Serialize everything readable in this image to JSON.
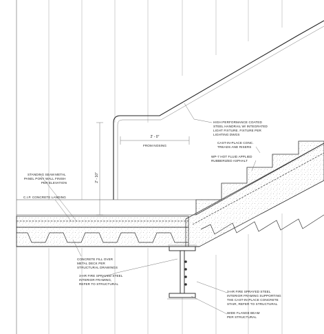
{
  "labels": {
    "handrail": [
      "HIGH PERFORMANCE COATED",
      "STEEL HANDRAIL W/ INTEGRATED",
      "LIGHT FIXTURE. FIXTURE PER",
      "LIGHTING DWGS"
    ],
    "dim_horizontal": "2' - 0\"",
    "from_nosing": "FROM NOSING",
    "dim_vertical": "2' - 10\"",
    "treads": [
      "CAST-IN-PLACE CONC.",
      "TREADS AND RISERS"
    ],
    "waterproofing": [
      "WP-7 HOT FLUID APPLIED",
      "RUBBERIZED ASPHALT"
    ],
    "wall_finish": [
      "STANDING SEAM METAL",
      "PANEL PONY WALL FINISH",
      "PER ELEVATION"
    ],
    "landing": "C.I.P. CONCRETE LANDING",
    "fill": [
      "CONCRETE FILL OVER",
      "METAL DECK PER",
      "STRUCTURAL DRAWINGS"
    ],
    "framing_left": [
      "3-HR FIRE SPRAYED STEEL",
      "INTERIOR FRAMING,",
      "REFER TO STRUCTURAL"
    ],
    "framing_right": [
      "3-HR FIRE SPRAYED STEEL",
      "INTERIOR FRAMING SUPPORTING",
      "THE CAST-IN-PLACE CONCRETE",
      "STAIR, REFER TO STRUCTURAL"
    ],
    "beam": [
      "WIDE FLANGE BEAM",
      "PER STRUCTURAL"
    ]
  }
}
